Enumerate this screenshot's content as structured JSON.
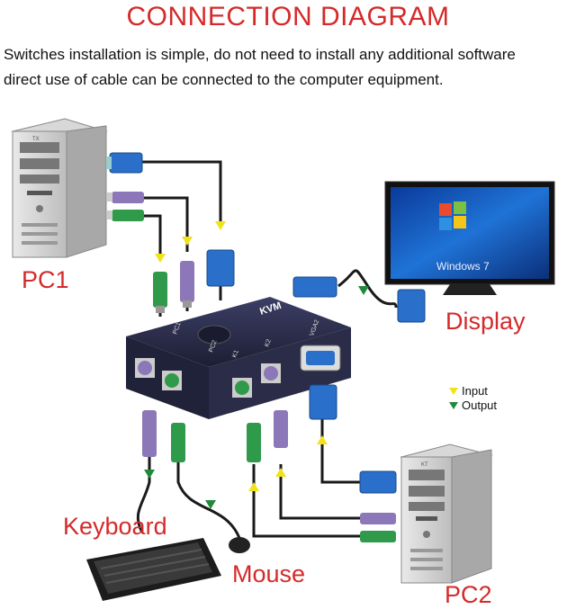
{
  "title": "CONNECTION DIAGRAM",
  "description": [
    "Switches installation is simple, do not need to install any additional software",
    "direct use of cable can be connected to the computer equipment."
  ],
  "labels": {
    "pc1": "PC1",
    "pc2": "PC2",
    "display": "Display",
    "keyboard": "Keyboard",
    "mouse": "Mouse"
  },
  "legend": {
    "input": "Input",
    "output": "Output",
    "input_color": "#f2e21a",
    "output_color": "#1f8a3a"
  },
  "kvm": {
    "brand": "KVM",
    "ports": [
      "K1",
      "K2",
      "VGA2",
      "PC1",
      "PC2"
    ]
  },
  "pc_badges": {
    "pc1": "TX",
    "pc2": "KT"
  },
  "monitor": {
    "os_text": "Windows 7"
  },
  "colors": {
    "title": "#d42a2a",
    "cable": "#1a1a1a",
    "vga": "#2a6fc9",
    "ps2_purple": "#8c78b8",
    "ps2_green": "#2f9a4a",
    "kvm_body": "#2b2d4a"
  }
}
